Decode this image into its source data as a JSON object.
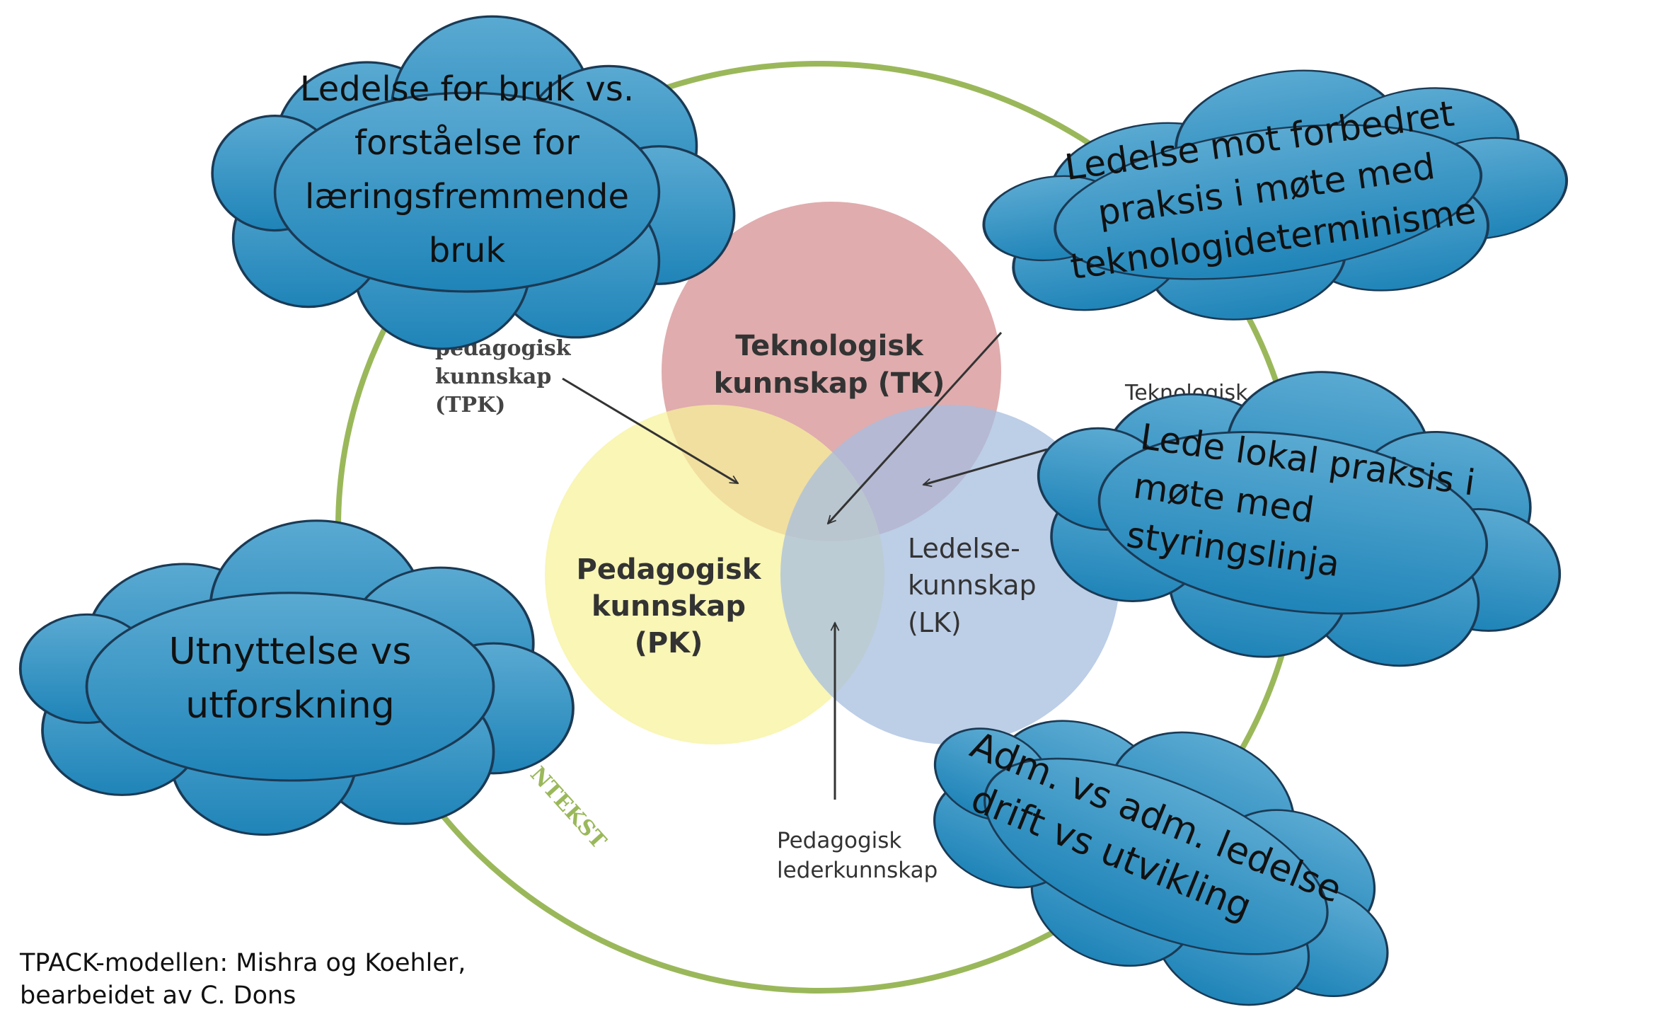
{
  "colors": {
    "outer_ring": "#9ab85a",
    "circle_tk": "#d99a9c",
    "circle_pk": "#f7f29a",
    "circle_lk": "#a7bedf",
    "cloud_fill": "#2e8fc1",
    "cloud_stroke": "#1a3a55"
  },
  "circles": {
    "tk": {
      "line1": "Teknologisk",
      "line2": "kunnskap (TK)"
    },
    "pk": {
      "line1": "Pedagogisk",
      "line2": "kunnskap",
      "line3": "(PK)"
    },
    "lk": {
      "line1": "Ledelse-",
      "line2": "kunnskap",
      "line3": "(LK)"
    }
  },
  "labels": {
    "tpk": {
      "line1": "pedagogisk",
      "line2": "kunnskap",
      "line3": "(TPK)"
    },
    "tk_partial": "Teknologisk",
    "pedagogisk_lederkunnskap": {
      "line1": "Pedagogisk",
      "line2": "lederkunnskap"
    },
    "kontekst": "NTEKST"
  },
  "clouds": {
    "c1": {
      "line1": "Ledelse for bruk vs.",
      "line2": "forståelse for",
      "line3": "læringsfremmende",
      "line4": "bruk"
    },
    "c2": {
      "line1": "Ledelse mot forbedret",
      "line2": "praksis i møte med",
      "line3": "teknologideterminisme"
    },
    "c3": {
      "line1": "Lede lokal praksis i",
      "line2": "møte med",
      "line3": "styringslinja"
    },
    "c4": {
      "line1": "Utnyttelse vs",
      "line2": "utforskning"
    },
    "c5": {
      "line1": "Adm. vs adm. ledelse",
      "line2": "drift vs utvikling"
    }
  },
  "caption": {
    "line1": "TPACK-modellen: Mishra og Koehler,",
    "line2": "bearbeidet av C. Dons"
  }
}
